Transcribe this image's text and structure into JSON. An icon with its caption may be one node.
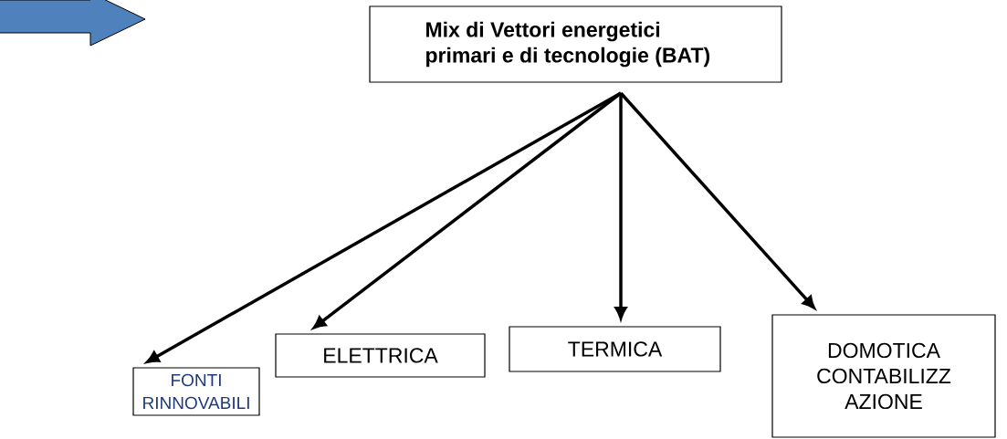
{
  "diagram": {
    "nodes": [
      {
        "text": [
          "Mix  di Vettori energetici primari e di tecnologie (BAT)"
        ]
      },
      {
        "text": [
          "FONTI RINNOVABILI"
        ]
      },
      {
        "text": [
          "ELETTRICA"
        ]
      },
      {
        "text": [
          "TERMICA"
        ]
      },
      {
        "text": [
          "DOMOTICA CONTABILIZZ AZIONE"
        ]
      }
    ],
    "edges": [
      {
        "from": 0,
        "to": 1,
        "arrow": "to"
      },
      {
        "from": 0,
        "to": 2,
        "arrow": "to"
      },
      {
        "from": 0,
        "to": 3,
        "arrow": "to"
      },
      {
        "from": 0,
        "to": 4,
        "arrow": "to"
      }
    ]
  }
}
